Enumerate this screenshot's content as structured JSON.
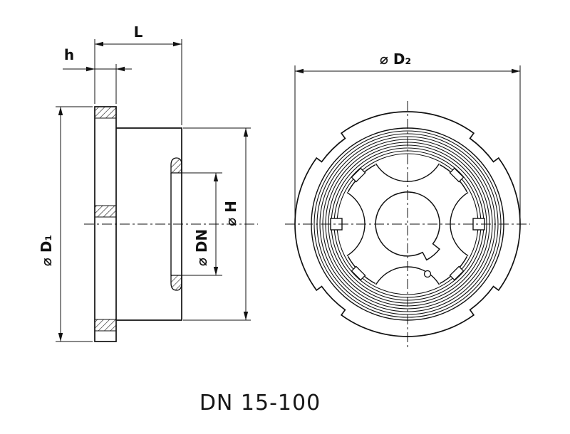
{
  "drawing": {
    "caption": "DN 15-100",
    "labels": {
      "L": "L",
      "h": "h",
      "D1": "⌀ D₁",
      "DN": "⌀ DN",
      "H": "⌀ H",
      "D2": "⌀ D₂"
    },
    "colors": {
      "ink": "#111111",
      "background": "#ffffff"
    }
  }
}
